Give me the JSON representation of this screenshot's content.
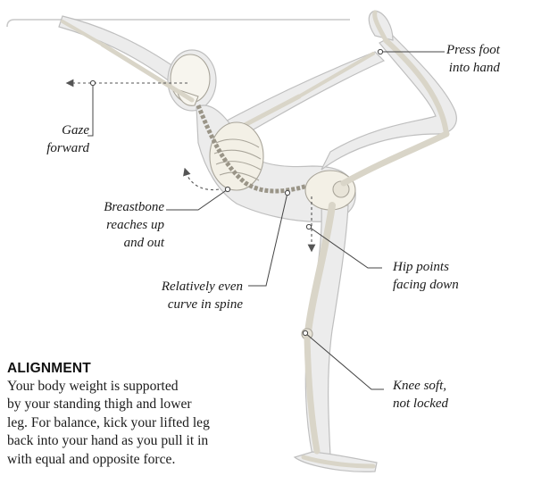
{
  "callouts": {
    "press_foot": {
      "line1": "Press foot",
      "line2": "into hand"
    },
    "gaze": {
      "line1": "Gaze",
      "line2": "forward"
    },
    "breastbone": {
      "line1": "Breastbone",
      "line2": "reaches up",
      "line3": "and out"
    },
    "hip": {
      "line1": "Hip points",
      "line2": "facing down"
    },
    "spine": {
      "line1": "Relatively even",
      "line2": "curve in spine"
    },
    "knee": {
      "line1": "Knee soft,",
      "line2": "not locked"
    }
  },
  "alignment": {
    "heading": "ALIGNMENT",
    "line1": "Your body weight is supported",
    "line2": "by your standing thigh and lower",
    "line3": "leg. For balance, kick your lifted leg",
    "line4": "back into your hand as you pull it in",
    "line5": "with equal and opposite force."
  },
  "colors": {
    "body_fill": "#ececec",
    "body_outline": "#b9b9b9",
    "bone": "#f7f5ee",
    "bone_outline": "#a9a59a",
    "leader": "#444444",
    "arrow": "#555555"
  }
}
